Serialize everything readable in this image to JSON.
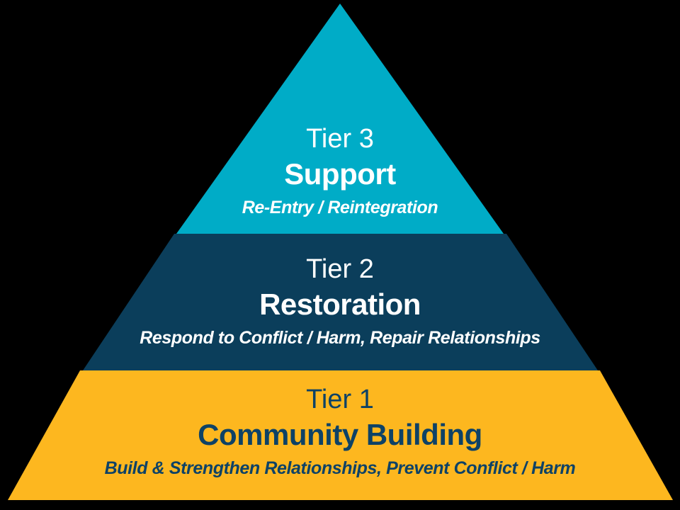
{
  "background_color": "#000000",
  "diagram": {
    "type": "pyramid",
    "tier_count": 3
  },
  "colors": {
    "teal": "#00acc7",
    "navy": "#0b3e5b",
    "gold": "#fdb71f",
    "light_text": "#ffffff",
    "dark_text": "#0e4266"
  },
  "tiers": [
    {
      "label": "Tier 3",
      "title": "Support",
      "subtitle": "Re-Entry / Reintegration",
      "color": "#00acc7",
      "text_color": "#ffffff"
    },
    {
      "label": "Tier 2",
      "title": "Restoration",
      "subtitle": "Respond to Conflict / Harm, Repair Relationships",
      "color": "#0b3e5b",
      "text_color": "#ffffff"
    },
    {
      "label": "Tier 1",
      "title": "Community Building",
      "subtitle": "Build & Strengthen Relationships, Prevent Conflict / Harm",
      "color": "#fdb71f",
      "text_color": "#0e4266"
    }
  ]
}
